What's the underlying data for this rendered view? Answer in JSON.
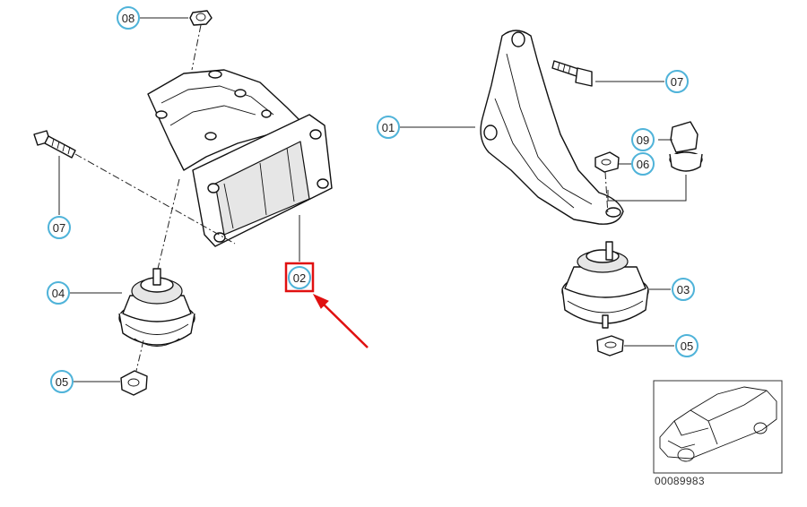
{
  "callouts": {
    "c08": "08",
    "c07_left": "07",
    "c04": "04",
    "c05_left": "05",
    "c02": "02",
    "c01": "01",
    "c07_right": "07",
    "c09": "09",
    "c06": "06",
    "c03": "03",
    "c05_right": "05"
  },
  "reference_number": "00089983",
  "colors": {
    "callout_ring": "#4fb3d9",
    "highlight": "#e01010"
  }
}
